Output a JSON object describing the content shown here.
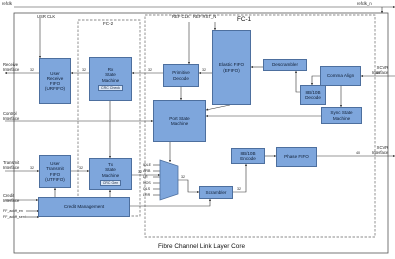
{
  "signals": {
    "refclk": "refclk",
    "refclk_n": "refclk_n",
    "usr_clk": "USR CLK",
    "ref_clk": "REF CLK",
    "ref_rst_n": "REF RST_N"
  },
  "containers": {
    "fc2": "FC-2",
    "fc1": "FC-1",
    "core": "Fibre Channel Link Layer Core"
  },
  "blocks": {
    "user_receive_fifo": [
      "User",
      "Receive",
      "FIFO",
      "(URFIFO)"
    ],
    "rx_state_machine": [
      "Rx",
      "State",
      "Machine"
    ],
    "crc_check": "CRC Check",
    "primitive_decode": [
      "Primitive",
      "Decode"
    ],
    "elastic_fifo": [
      "Elastic FIFO",
      "(EFIFO)"
    ],
    "descrambler": "Descrambler",
    "decode_8b10b": [
      "8B/10B",
      "Decode"
    ],
    "comma_align": "Comma Align",
    "port_state_machine": [
      "Port State",
      "Machine"
    ],
    "sync_state_machine": [
      "Sync State",
      "Machine"
    ],
    "user_transmit_fifo": [
      "User",
      "Transmit",
      "FIFO",
      "(UTFIFO)"
    ],
    "tx_state_machine": [
      "Tx",
      "State",
      "Machine"
    ],
    "crc_gen": "CRC Gen",
    "scrambler": "Scrambler",
    "encode_8b10b": [
      "8B/10B",
      "Encode"
    ],
    "phase_fifo": "Phase FIFO",
    "credit_management": "Credit Management"
  },
  "interfaces": {
    "receive": [
      "Receive",
      "Interface"
    ],
    "control": [
      "Control",
      "Interface"
    ],
    "transmit": [
      "Transmit",
      "Interface"
    ],
    "credit": [
      "Credit",
      "Interface"
    ],
    "xcvr_rx": [
      "XCVR",
      "Interface"
    ],
    "xcvr_tx": [
      "XCVR",
      "Interface"
    ]
  },
  "bus_widths": {
    "recv_in": "32",
    "recv_a": "32",
    "recv_b": "32",
    "efifo_in": "32",
    "xcvr_rx": "40",
    "tx_in": "32",
    "tx_a": "32",
    "tx_b": "32",
    "tx_out": "32",
    "mux_out": "32",
    "xcvr_tx": "40"
  },
  "mux_inputs": [
    "IDLE",
    "ARB",
    "LR",
    "NOS",
    "OLS",
    "LRR"
  ],
  "pin_labels": [
    "FF_ackff_en",
    "FF_ackff_sent"
  ]
}
